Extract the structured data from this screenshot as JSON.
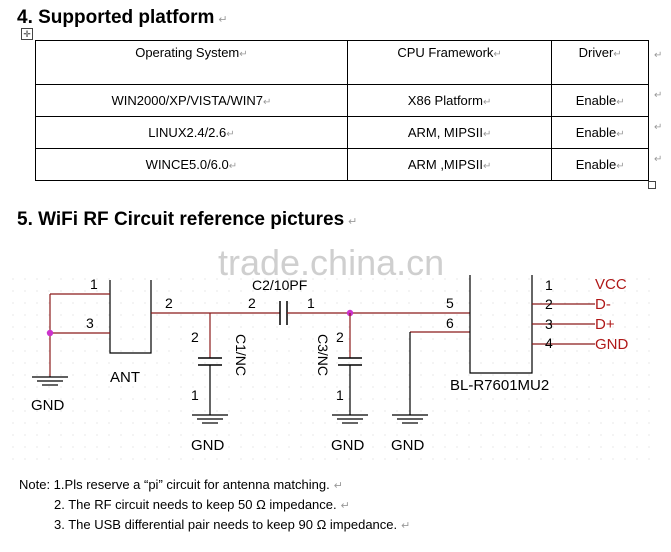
{
  "section4": {
    "title": "4. Supported platform"
  },
  "section5": {
    "title": "5. WiFi RF Circuit reference pictures"
  },
  "table": {
    "headers": [
      "Operating System",
      "CPU Framework",
      "Driver"
    ],
    "rows": [
      [
        "WIN2000/XP/VISTA/WIN7",
        "X86 Platform",
        "Enable"
      ],
      [
        "LINUX2.4/2.6",
        "ARM, MIPSII",
        "Enable"
      ],
      [
        "WINCE5.0/6.0",
        "ARM ,MIPSII",
        "Enable"
      ]
    ]
  },
  "marks": {
    "paragraph": "↵",
    "cell": "↵"
  },
  "watermark": "trade.china.cn",
  "schematic": {
    "antenna": {
      "label": "ANT",
      "pins": [
        "1",
        "2",
        "3"
      ]
    },
    "capacitors": [
      {
        "label": "C2/10PF",
        "pin_a": "2",
        "pin_b": "1"
      },
      {
        "label": "C1/NC",
        "pin_a": "2",
        "pin_b": "1"
      },
      {
        "label": "C3/NC",
        "pin_a": "2",
        "pin_b": "1"
      }
    ],
    "grounds": [
      "GND",
      "GND",
      "GND",
      "GND"
    ],
    "module": {
      "label": "BL-R7601MU2",
      "left_pins": [
        "5",
        "6"
      ],
      "right_pins": [
        "1",
        "2",
        "3",
        "4"
      ]
    },
    "signals": [
      "VCC",
      "D-",
      "D+",
      "GND"
    ],
    "colors": {
      "wire": "#8b1a1a",
      "signal_text": "#b01818",
      "junction": "#cc33cc",
      "line": "#000000"
    }
  },
  "notes": [
    "Note: 1.Pls reserve a “pi” circuit for antenna matching.",
    "2. The RF circuit needs to keep 50 Ω impedance.",
    "3. The USB differential pair needs to keep 90 Ω impedance."
  ]
}
